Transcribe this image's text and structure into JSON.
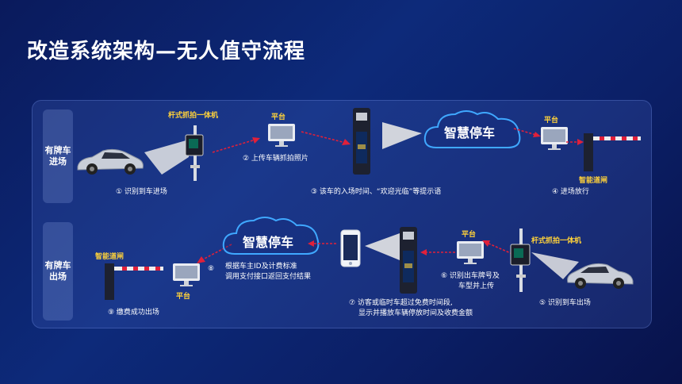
{
  "title": "改造系统架构—无人值守流程",
  "rows": {
    "entry": "有牌车进场",
    "exit": "有牌车出场"
  },
  "entry": {
    "camera_label": "杆式抓拍一体机",
    "platform1": "平台",
    "cloud": "智慧停车",
    "platform2": "平台",
    "gate_label": "智能道闸",
    "step1": "① 识别到车进场",
    "step2": "② 上传车辆抓拍照片",
    "step3": "③ 该车的入场时间、“欢迎光临”等提示语",
    "step4": "④ 进场放行"
  },
  "exit": {
    "camera_label": "杆式抓拍一体机",
    "platform1": "平台",
    "cloud": "智慧停车",
    "platform2": "平台",
    "gate_label": "智能道闸",
    "step5": "⑤ 识别到车出场",
    "step6_line1": "⑥ 识别出车牌号及",
    "step6_line2": "车型并上传",
    "step7_line1": "⑦ 访客或临时车超过免费时间段,",
    "step7_line2": "显示并播放车辆停放时间及收费金额",
    "step8_num": "⑧",
    "step8_line1": "根据车主ID及计费标准",
    "step8_line2": "调用支付接口返回支付结果",
    "step9": "⑨ 缴费成功出场"
  },
  "colors": {
    "accent": "#ffd23a",
    "arrow": "#e0203a",
    "bg": "#0d2a7a"
  }
}
